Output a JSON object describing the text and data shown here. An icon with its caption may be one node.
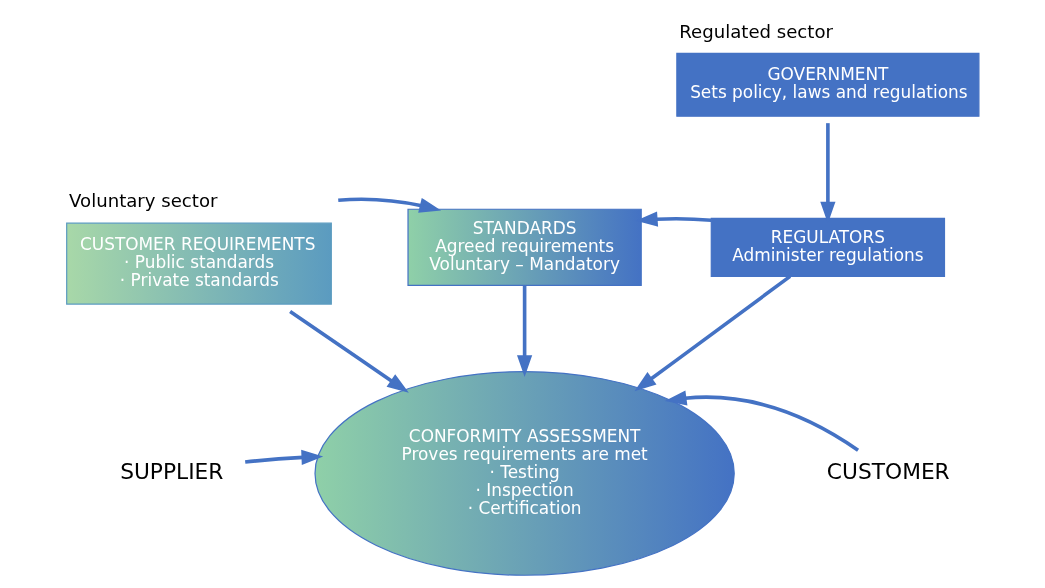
{
  "diagram": {
    "nodes": [
      {
        "text": [
          "GOVERNMENT",
          "Sets policy, laws and regulations"
        ],
        "beside": [
          "Regulated sector"
        ]
      },
      {
        "text": [
          "CUSTOMER REQUIREMENTS",
          "· Public standards",
          "· Private standards"
        ],
        "beside": [
          "Voluntary sector"
        ]
      },
      {
        "text": [
          "STANDARDS",
          "Agreed requirements",
          "Voluntary – Mandatory"
        ]
      },
      {
        "text": [
          "REGULATORS",
          "Administer regulations"
        ]
      },
      {
        "text": [
          "CONFORMITY ASSESSMENT",
          "Proves requirements are met",
          "· Testing",
          "· Inspection",
          "· Certification"
        ]
      },
      {
        "text": [
          "SUPPLIER"
        ]
      },
      {
        "text": [
          "CUSTOMER"
        ]
      }
    ],
    "edges": [
      {
        "from": 0,
        "to": 3,
        "arrow": "to"
      },
      {
        "from": 1,
        "to": 2,
        "arrow": "to"
      },
      {
        "from": 1,
        "to": 4,
        "arrow": "to"
      },
      {
        "from": 3,
        "to": 2,
        "arrow": "to"
      },
      {
        "from": 3,
        "to": 4,
        "arrow": "to"
      },
      {
        "from": 2,
        "to": 4,
        "arrow": "to"
      },
      {
        "from": 5,
        "to": 4,
        "arrow": "to"
      },
      {
        "from": 6,
        "to": 4,
        "arrow": "to"
      }
    ]
  }
}
